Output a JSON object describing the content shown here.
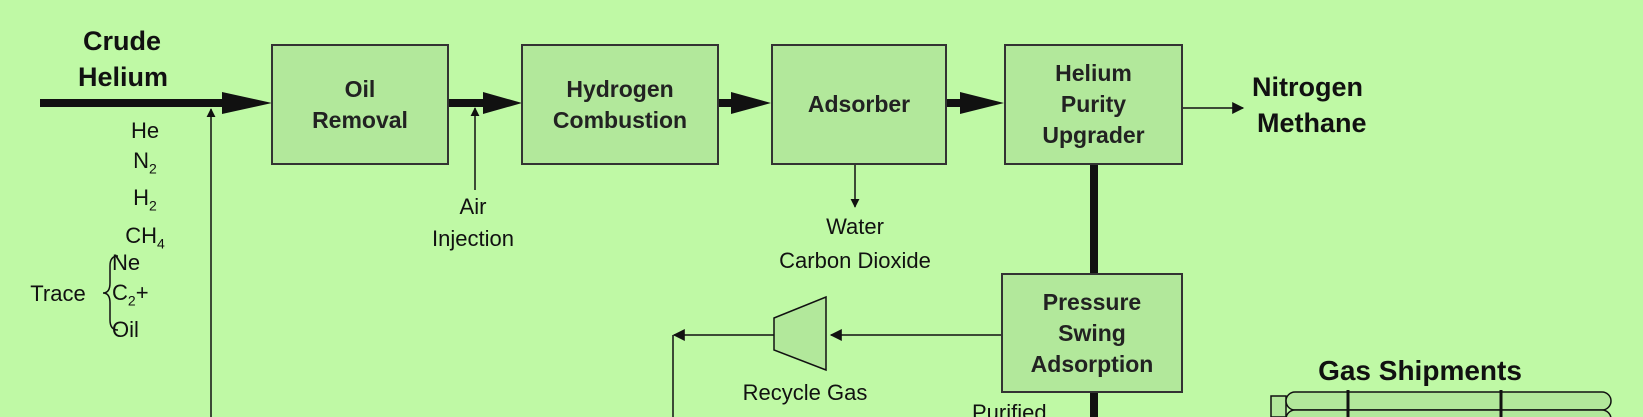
{
  "inputs": {
    "feed_line1": "Crude",
    "feed_line2": "Helium",
    "components": [
      {
        "base": "He",
        "sub": "",
        "tail": ""
      },
      {
        "base": "N",
        "sub": "2",
        "tail": ""
      },
      {
        "base": "H",
        "sub": "2",
        "tail": ""
      },
      {
        "base": "CH",
        "sub": "4",
        "tail": ""
      }
    ],
    "trace_label": "Trace",
    "trace_components": [
      {
        "base": "Ne",
        "sub": "",
        "tail": ""
      },
      {
        "base": "C",
        "sub": "2",
        "tail": "+"
      },
      {
        "base": "Oil",
        "sub": "",
        "tail": ""
      }
    ]
  },
  "units": {
    "oil_removal": "Oil\nRemoval",
    "hydrogen_combustion": "Hydrogen\nCombustion",
    "adsorber": "Adsorber",
    "purity_upgrader": "Helium\nPurity\nUpgrader",
    "psa": "Pressure\nSwing\nAdsorption"
  },
  "streams": {
    "air_line1": "Air",
    "air_line2": "Injection",
    "water": "Water",
    "co2": "Carbon Dioxide",
    "nitrogen": "Nitrogen",
    "methane": "Methane",
    "recycle": "Recycle Gas",
    "purified": "Purified"
  },
  "products": {
    "shipments": "Gas Shipments"
  }
}
